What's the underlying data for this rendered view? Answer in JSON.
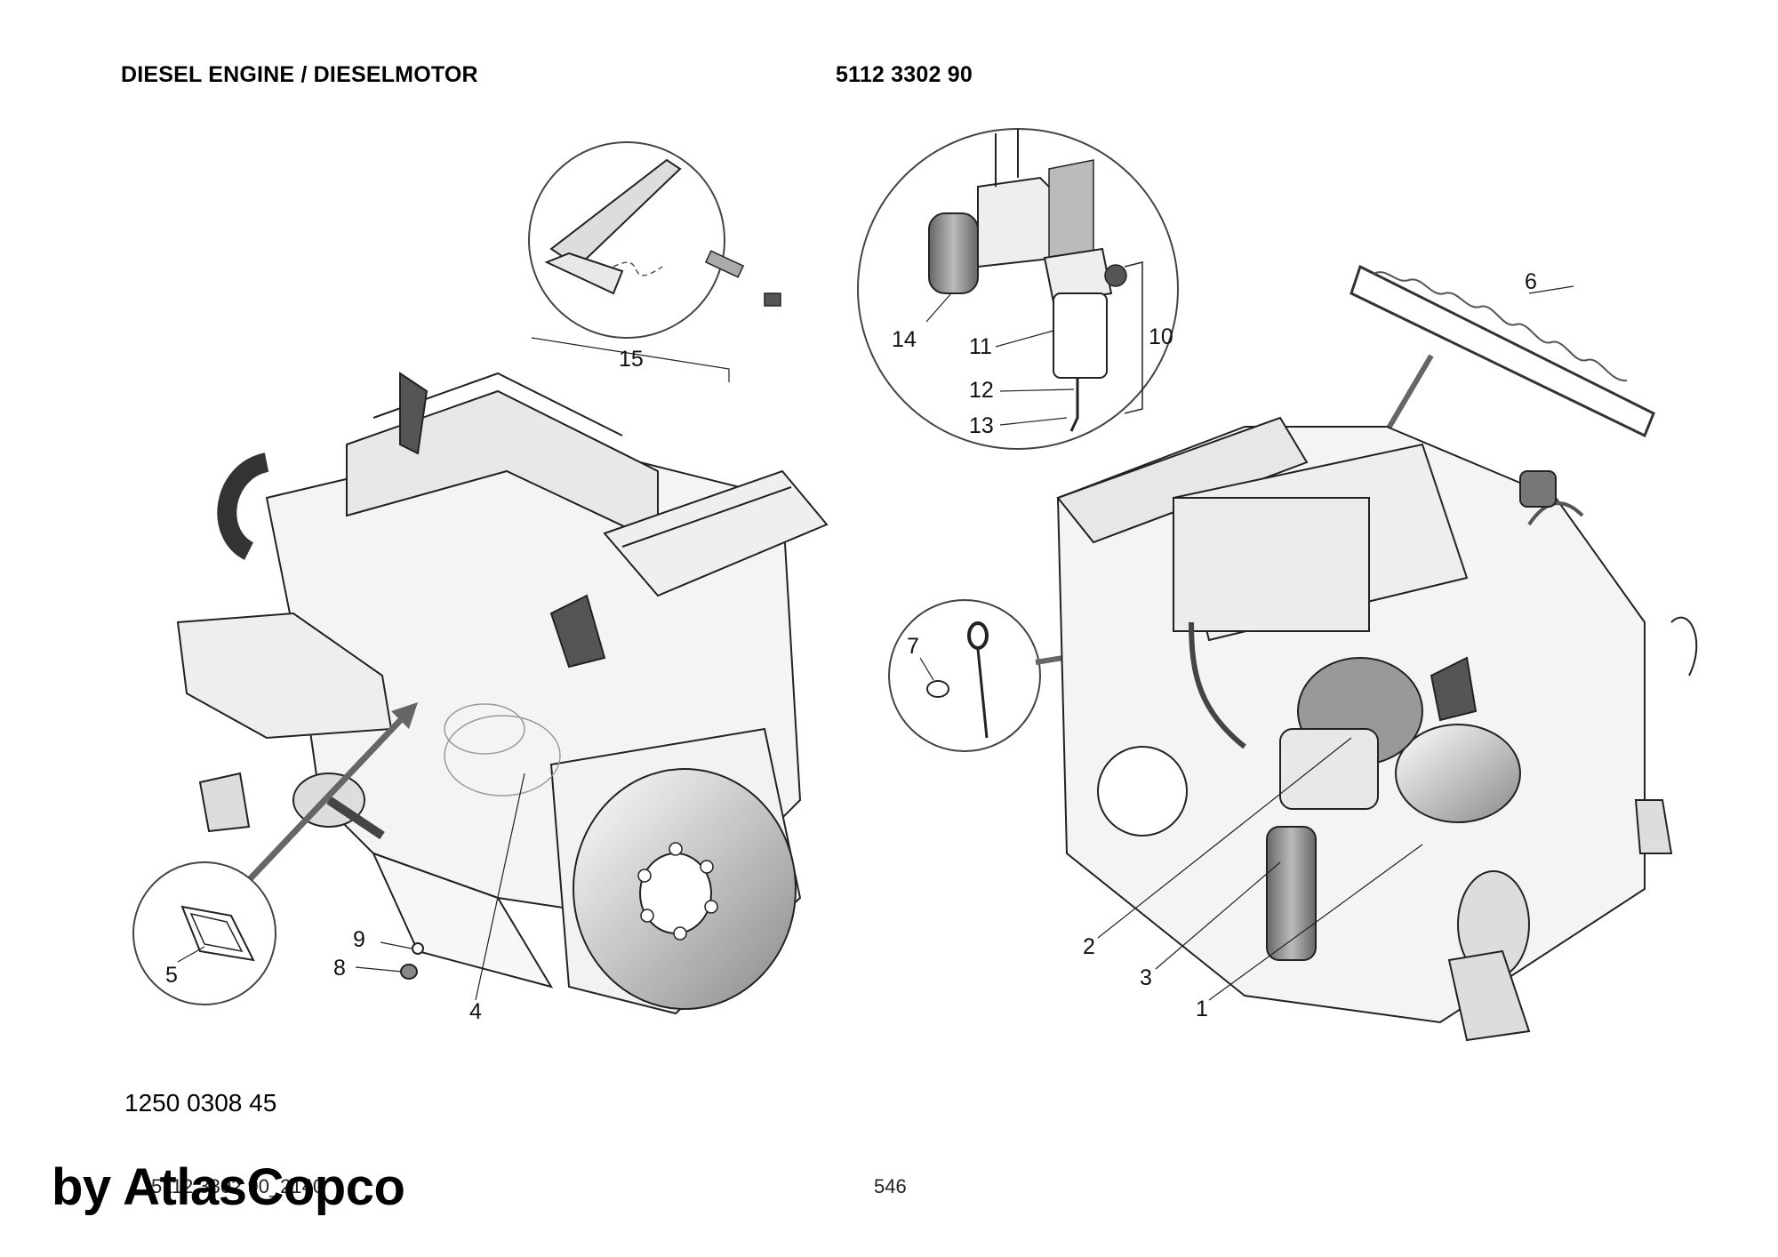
{
  "header": {
    "title": "DIESEL ENGINE / DIESELMOTOR",
    "part_number": "5112 3302 90"
  },
  "callouts": {
    "c1": "1",
    "c2": "2",
    "c3": "3",
    "c4": "4",
    "c5": "5",
    "c6": "6",
    "c7": "7",
    "c8": "8",
    "c9": "9",
    "c10": "10",
    "c11": "11",
    "c12": "12",
    "c13": "13",
    "c14": "14",
    "c15": "15"
  },
  "reference_number": "1250 0308 45",
  "footer": {
    "code": "5112 3302 90_2140",
    "page": "546"
  },
  "watermark": "by AtlasCopco",
  "colors": {
    "line": "#222222",
    "shade": "#7a7a7a",
    "background": "#ffffff"
  }
}
